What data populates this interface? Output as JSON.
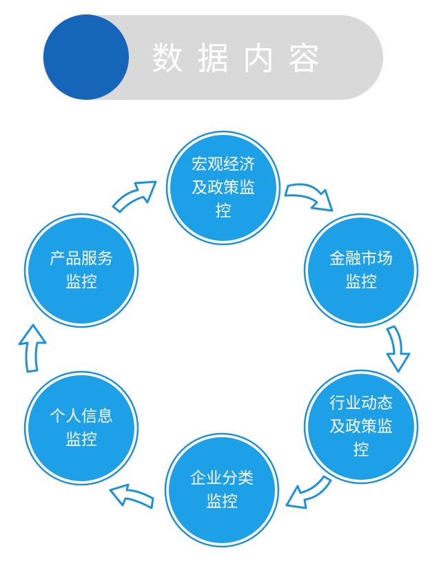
{
  "header": {
    "title": "数据内容"
  },
  "colors": {
    "node_fill": "#1ea0e6",
    "node_ring": "#1e90d8",
    "arrow_stroke": "#1e90d8",
    "banner_bg": "#d9d9d9",
    "banner_dot": "#1565b8"
  },
  "nodes": [
    {
      "label": "宏观经济及政策监控"
    },
    {
      "label": "金融市场监控"
    },
    {
      "label": "行业动态及政策监控"
    },
    {
      "label": "企业分类监控"
    },
    {
      "label": "个人信息监控"
    },
    {
      "label": "产品服务监控"
    }
  ],
  "arrows": [
    {
      "from": "宏观经济及政策监控",
      "to": "金融市场监控"
    },
    {
      "from": "金融市场监控",
      "to": "行业动态及政策监控"
    },
    {
      "from": "行业动态及政策监控",
      "to": "企业分类监控"
    },
    {
      "from": "企业分类监控",
      "to": "个人信息监控"
    },
    {
      "from": "个人信息监控",
      "to": "产品服务监控"
    },
    {
      "from": "产品服务监控",
      "to": "宏观经济及政策监控"
    }
  ]
}
